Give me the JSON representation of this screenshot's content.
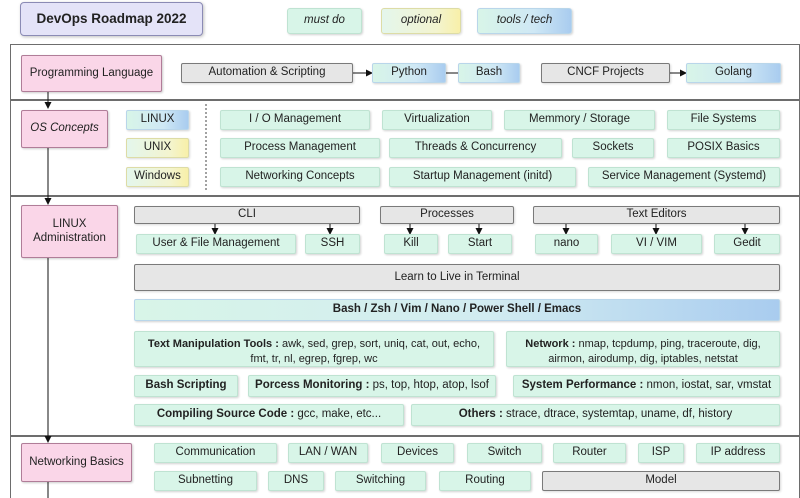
{
  "header": {
    "title": "DevOps Roadmap 2022",
    "legend": {
      "must_do": "must do",
      "optional": "optional",
      "tools_tech": "tools / tech"
    }
  },
  "programming": {
    "label": "Programming Language",
    "automation": "Automation & Scripting",
    "python": "Python",
    "bash": "Bash",
    "cncf": "CNCF Projects",
    "golang": "Golang"
  },
  "os": {
    "label": "OS Concepts",
    "os_list": [
      "LINUX",
      "UNIX",
      "Windows"
    ],
    "concepts": [
      "I / O Management",
      "Virtualization",
      "Memmory / Storage",
      "File Systems",
      "Process Management",
      "Threads & Concurrency",
      "Sockets",
      "POSIX Basics",
      "Networking Concepts",
      "Startup Management (initd)",
      "Service Management (Systemd)"
    ]
  },
  "linux": {
    "label": "LINUX Administration",
    "cli": "CLI",
    "processes": "Processes",
    "text_editors": "Text Editors",
    "user_file": "User & File Management",
    "ssh": "SSH",
    "kill": "Kill",
    "start": "Start",
    "nano": "nano",
    "vi": "VI / VIM",
    "gedit": "Gedit",
    "terminal": "Learn to Live in Terminal",
    "shells": "Bash / Zsh / Vim / Nano / Power Shell / Emacs",
    "text_tools_label": "Text Manipulation Tools :",
    "text_tools": " awk, sed, grep, sort, uniq, cat, out, echo, fmt, tr, nl, egrep, fgrep, wc",
    "network_label": "Network :",
    "network": " nmap, tcpdump, ping, traceroute, dig, airmon, airodump, dig, iptables, netstat",
    "bash_scripting": "Bash Scripting",
    "monitoring_label": "Porcess Monitoring :",
    "monitoring": " ps, top, htop, atop, lsof",
    "perf_label": "System Performance :",
    "perf": " nmon, iostat, sar, vmstat",
    "compile_label": "Compiling Source Code :",
    "compile": " gcc, make, etc...",
    "others_label": "Others :",
    "others": " strace, dtrace, systemtap, uname, df, history"
  },
  "networking": {
    "label": "Networking Basics",
    "row1": [
      "Communication",
      "LAN / WAN",
      "Devices",
      "Switch",
      "Router",
      "ISP",
      "IP address"
    ],
    "row2": [
      "Subnetting",
      "DNS",
      "Switching",
      "Routing"
    ],
    "model": "Model"
  },
  "colors": {
    "must_do": "#d8f5e8",
    "optional": "#f8f0a9",
    "tools_tech": "#a9ccef",
    "category": "#fad6e8",
    "group_header": "#e6e6e6"
  }
}
